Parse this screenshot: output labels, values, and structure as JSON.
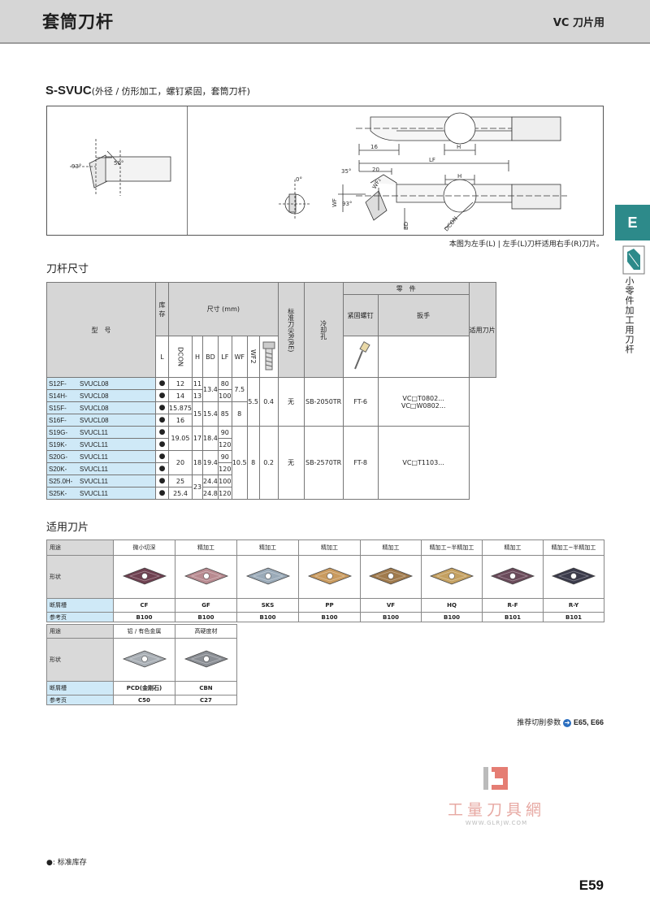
{
  "header": {
    "title": "套筒刀杆",
    "category": "VC 刀片用"
  },
  "section": {
    "code": "S-SVUC",
    "desc": "(外径 / 仿形加工，螺钉紧固，套筒刀杆)"
  },
  "diagram": {
    "labels": {
      "angle_93a": "93°",
      "angle_50": "50°",
      "angle_0": "0°",
      "angle_35": "35°",
      "angle_93b": "93°",
      "dim_16": "16",
      "dim_20": "20",
      "LF": "LF",
      "H1": "H",
      "H2": "H",
      "WF": "WF",
      "WF2": "WF₂",
      "BD": "BD",
      "DCON": "DCON"
    },
    "note": "本图为左手(L) | 左手(L)刀杆适用右手(R)刀片。"
  },
  "side": {
    "tab": "E",
    "vertical": "小零件加工用刀杆"
  },
  "holder_section_title": "刀杆尺寸",
  "holder_table": {
    "h_model": "型　号",
    "h_stock": "库存",
    "h_dims": "尺寸 (mm)",
    "h_re": "标准刀尖R(RE)",
    "h_cool": "冷却孔",
    "h_parts": "零　件",
    "h_screw": "紧固螺钉",
    "h_wrench": "扳手",
    "h_insert": "适用刀片",
    "sub": {
      "L": "L",
      "DCON": "DCON",
      "H": "H",
      "BD": "BD",
      "LF": "LF",
      "WF": "WF",
      "WF2": "WF2"
    },
    "rows": [
      {
        "p": "S12F-",
        "s": "SVUCL08",
        "stock": "●",
        "dcon": "12",
        "h": "11",
        "lf": "80"
      },
      {
        "p": "S14H-",
        "s": "SVUCL08",
        "stock": "●",
        "dcon": "14",
        "h": "13",
        "lf": "100"
      },
      {
        "p": "S15F-",
        "s": "SVUCL08",
        "stock": "●",
        "dcon": "15.875",
        "lf": "85",
        "wf": "8"
      },
      {
        "p": "S16F-",
        "s": "SVUCL08",
        "stock": "●",
        "dcon": "16"
      },
      {
        "p": "S19G-",
        "s": "SVUCL11",
        "stock": "●",
        "lf": "90"
      },
      {
        "p": "S19K-",
        "s": "SVUCL11",
        "stock": "●",
        "lf": "120"
      },
      {
        "p": "S20G-",
        "s": "SVUCL11",
        "stock": "●",
        "lf": "90"
      },
      {
        "p": "S20K-",
        "s": "SVUCL11",
        "stock": "●",
        "lf": "120"
      },
      {
        "p": "S25.0H-",
        "s": "SVUCL11",
        "stock": "●",
        "dcon": "25",
        "bd": "24.4",
        "lf": "100"
      },
      {
        "p": "S25K-",
        "s": "SVUCL11",
        "stock": "●",
        "dcon": "25.4",
        "bd": "24.8",
        "lf": "120"
      }
    ],
    "g1": {
      "bd": "13.4",
      "wf": "7.5",
      "h": "15",
      "bd2": "15.4",
      "wf2": "5.5",
      "re": "0.4",
      "cool": "无",
      "screw": "SB-2050TR",
      "wrench": "FT-6",
      "ins1": "VC□T0802...",
      "ins2": "VC□W0802..."
    },
    "g2": {
      "dcon1": "19.05",
      "h1": "17",
      "bd1": "18.4",
      "dcon2": "20",
      "h2": "18",
      "bd2": "19.4",
      "h3": "23",
      "wf": "10.5",
      "wf2": "8",
      "re": "0.2",
      "cool": "无",
      "screw": "SB-2570TR",
      "wrench": "FT-8",
      "ins": "VC□T1103..."
    }
  },
  "insert_section_title": "适用刀片",
  "insert_table1": {
    "labels": {
      "use": "用途",
      "shape": "形状",
      "chip": "断屑槽",
      "page": "参考页"
    },
    "cols": [
      {
        "use": "微小切深",
        "chip": "CF",
        "page": "B100",
        "color": "#6e4050"
      },
      {
        "use": "精加工",
        "chip": "GF",
        "page": "B100",
        "color": "#b88a90"
      },
      {
        "use": "精加工",
        "chip": "SKS",
        "page": "B100",
        "color": "#9aaab8"
      },
      {
        "use": "精加工",
        "chip": "PP",
        "page": "B100",
        "color": "#c99a5e"
      },
      {
        "use": "精加工",
        "chip": "VF",
        "page": "B100",
        "color": "#a07a4c"
      },
      {
        "use": "精加工~半精加工",
        "chip": "HQ",
        "page": "B100",
        "color": "#c4a060"
      },
      {
        "use": "精加工",
        "chip": "R-F",
        "page": "B101",
        "color": "#6a4a5a"
      },
      {
        "use": "精加工~半精加工",
        "chip": "R-Y",
        "page": "B101",
        "color": "#3a3a4a"
      }
    ]
  },
  "insert_table2": {
    "cols": [
      {
        "use": "铝 / 有色金属",
        "chip": "PCD(金刚石)",
        "page": "C50",
        "color": "#a8aeb4"
      },
      {
        "use": "高硬度材",
        "chip": "CBN",
        "page": "C27",
        "color": "#8a8e94"
      }
    ]
  },
  "ref": {
    "label": "推荐切削参数",
    "pages": "E65, E66"
  },
  "watermark": {
    "name": "工量刀具網",
    "url": "WWW.GLRJW.COM"
  },
  "legend": "●: 标准库存",
  "page_number": "E59"
}
